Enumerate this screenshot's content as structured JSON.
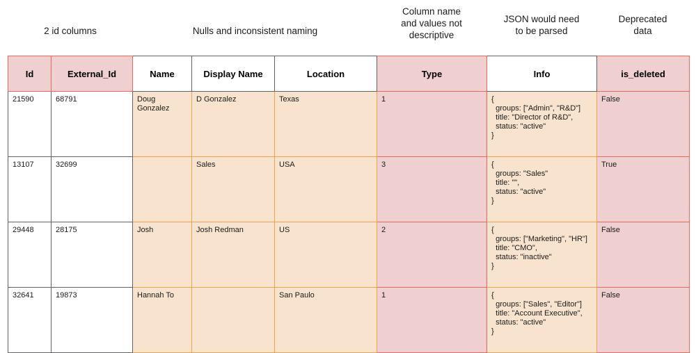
{
  "annotations": [
    {
      "id": "id-columns",
      "text": "2 id columns"
    },
    {
      "id": "nulls",
      "text": "Nulls and inconsistent naming"
    },
    {
      "id": "type",
      "text": "Column name\nand values not\ndescriptive"
    },
    {
      "id": "info",
      "text": "JSON would need\nto be parsed"
    },
    {
      "id": "deprecated",
      "text": "Deprecated\ndata"
    }
  ],
  "table": {
    "headers": [
      {
        "key": "id",
        "label": "Id"
      },
      {
        "key": "external_id",
        "label": "External_Id"
      },
      {
        "key": "name",
        "label": "Name"
      },
      {
        "key": "display_name",
        "label": "Display Name"
      },
      {
        "key": "location",
        "label": "Location"
      },
      {
        "key": "type",
        "label": "Type"
      },
      {
        "key": "info",
        "label": "Info"
      },
      {
        "key": "is_deleted",
        "label": "is_deleted"
      }
    ],
    "rows": [
      {
        "id": "21590",
        "external_id": "68791",
        "name": "Doug Gonzalez",
        "display_name": "D Gonzalez",
        "location": "Texas",
        "type": "1",
        "info": "{\n  groups: [\"Admin\", \"R&D\"]\n  title: \"Director of R&D\",\n  status: \"active\"\n}",
        "is_deleted": "False"
      },
      {
        "id": "13107",
        "external_id": "32699",
        "name": "",
        "display_name": "Sales",
        "location": "USA",
        "type": "3",
        "info": "{\n  groups: \"Sales\"\n  title: \"\",\n  status: \"active\"\n}",
        "is_deleted": "True"
      },
      {
        "id": "29448",
        "external_id": "28175",
        "name": "Josh",
        "display_name": "Josh Redman",
        "location": "US",
        "type": "2",
        "info": "{\n  groups: [\"Marketing\", \"HR\"]\n  title: \"CMO\",\n  status: \"inactive\"\n}",
        "is_deleted": "False"
      },
      {
        "id": "32641",
        "external_id": "19873",
        "name": "Hannah To",
        "display_name": "",
        "location": "San Paulo",
        "type": "1",
        "info": "{\n  groups: [\"Sales\", \"Editor\"]\n  title: \"Account Executive\",\n  status: \"active\"\n}",
        "is_deleted": "False"
      }
    ]
  },
  "colors": {
    "highlight_pink_fill": "#efcfcf",
    "highlight_orange_fill": "#f7e3ce",
    "highlight_red_border": "#ef675b",
    "highlight_orange_border": "#f0a34a",
    "neutral_border": "#5f6368",
    "page_background": "#ffffff",
    "text": "#1b1b1b"
  }
}
